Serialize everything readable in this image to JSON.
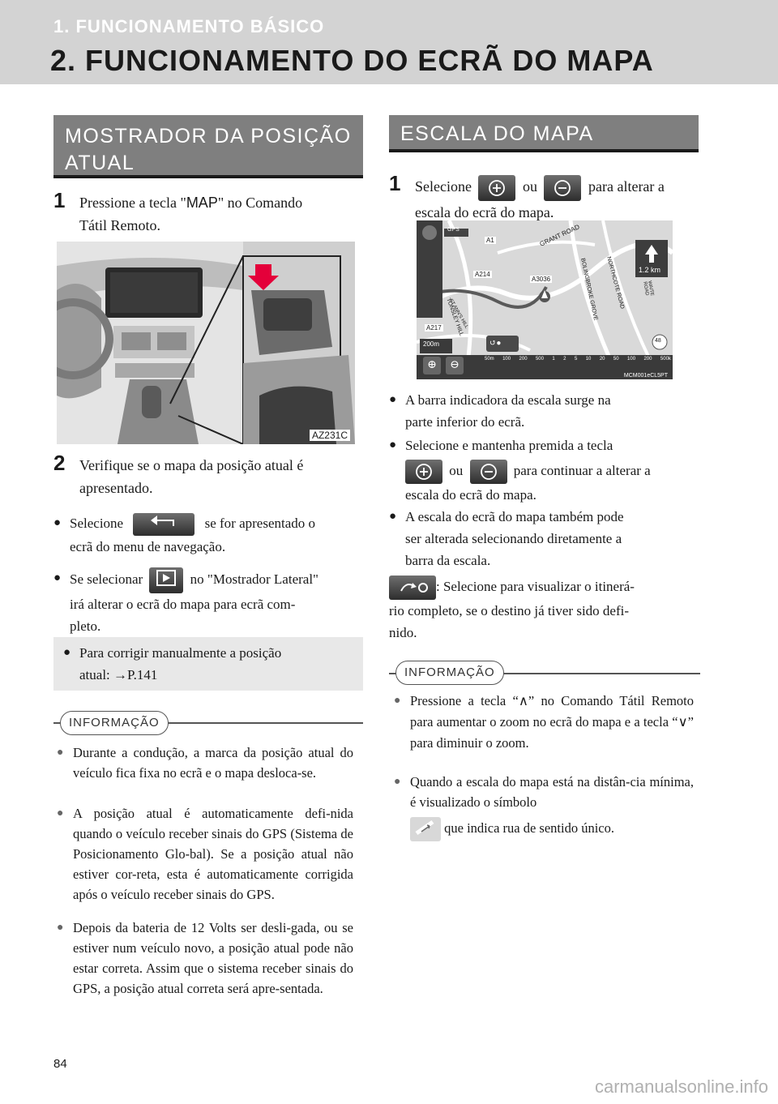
{
  "header": {
    "section": "1. FUNCIONAMENTO BÁSICO",
    "title": "2. FUNCIONAMENTO DO ECRÃ DO MAPA"
  },
  "left": {
    "heading_line1": "MOSTRADOR DA POSIÇÃO",
    "heading_line2": "ATUAL",
    "step1_num": "1",
    "step1_a": "Pressione a tecla \"",
    "step1_key": "MAP",
    "step1_b": "\" no Comando",
    "step1_c": "Tátil Remoto.",
    "image_label": "AZ231C",
    "step2_num": "2",
    "step2_a": "Verifique se o mapa da posição atual é",
    "step2_b": "apresentado.",
    "bullet1_a": "Selecione",
    "bullet1_b": "se for apresentado o",
    "bullet1_c": "ecrã do menu de navegação.",
    "bullet2_a": "Se selecionar",
    "bullet2_b": "no \"Mostrador Lateral\"",
    "bullet2_c": "irá alterar o ecrã do mapa para ecrã com-",
    "bullet2_d": "pleto.",
    "note_a": "Para corrigir manualmente a posição",
    "note_b": "atual: →P.141",
    "info_tag": "INFORMAÇÃO",
    "info1": "Durante a condução, a marca da posição atual do veículo fica fixa no ecrã e o mapa desloca-se.",
    "info2": "A posição atual é automaticamente defi-nida quando o veículo receber sinais do GPS (Sistema de Posicionamento Glo-bal). Se a posição atual não estiver cor-reta, esta é automaticamente corrigida após o veículo receber sinais do GPS.",
    "info3": "Depois da bateria de 12 Volts ser desli-gada, ou se estiver num veículo novo, a posição atual pode não estar correta. Assim que o sistema receber sinais do GPS, a posição atual correta será apre-sentada."
  },
  "right": {
    "heading": "ESCALA DO MAPA",
    "step1_num": "1",
    "step1_a": "Selecione",
    "step1_or": "ou",
    "step1_b": "para alterar a",
    "step1_c": "escala do ecrã do mapa.",
    "map": {
      "gps": "GPS",
      "road1": "A1",
      "road2": "A214",
      "road3": "A3036",
      "road4": "A217",
      "street1": "GRANT ROAD",
      "street2": "TONSLEY HILL",
      "street3": "NORTHCOTE ROAD",
      "street4": "BOLINGBROKE GROVE",
      "street5": "ST ANN'S HILL",
      "street6": "WAITE ROAD",
      "scale_box": "1.2 km",
      "speed": "48",
      "scale_left": "200m",
      "scale_ticks": [
        "50m",
        "100",
        "200",
        "500",
        "1",
        "2",
        "5",
        "10",
        "20",
        "50",
        "100",
        "200",
        "500k"
      ],
      "label": "MCM001eCL5PT"
    },
    "bullet1_a": "A barra indicadora da escala surge na",
    "bullet1_b": "parte inferior do ecrã.",
    "bullet2_a": "Selecione e mantenha premida a tecla",
    "bullet2_or": "ou",
    "bullet2_b": "para continuar a alterar a",
    "bullet2_c": "escala do ecrã do mapa.",
    "bullet3_a": "A escala do ecrã do mapa também pode",
    "bullet3_b": "ser alterada selecionando diretamente a",
    "bullet3_c": "barra da escala.",
    "route_a": ": Selecione para visualizar o itinerá-",
    "route_b": "rio completo, se o destino já tiver sido defi-",
    "route_c": "nido.",
    "info_tag": "INFORMAÇÃO",
    "info1_a": "Pressione a tecla “",
    "info1_up": "∧",
    "info1_b": "” no Comando Tátil Remoto para aumentar o zoom no ecrã do mapa e a tecla “",
    "info1_down": "∨",
    "info1_c": "” para diminuir o zoom.",
    "info2": "Quando a escala do mapa está na distân-cia mínima, é visualizado o símbolo",
    "info2_b": "que indica rua de sentido único."
  },
  "footer": {
    "page_number": "84",
    "watermark": "carmanualsonline.info"
  }
}
